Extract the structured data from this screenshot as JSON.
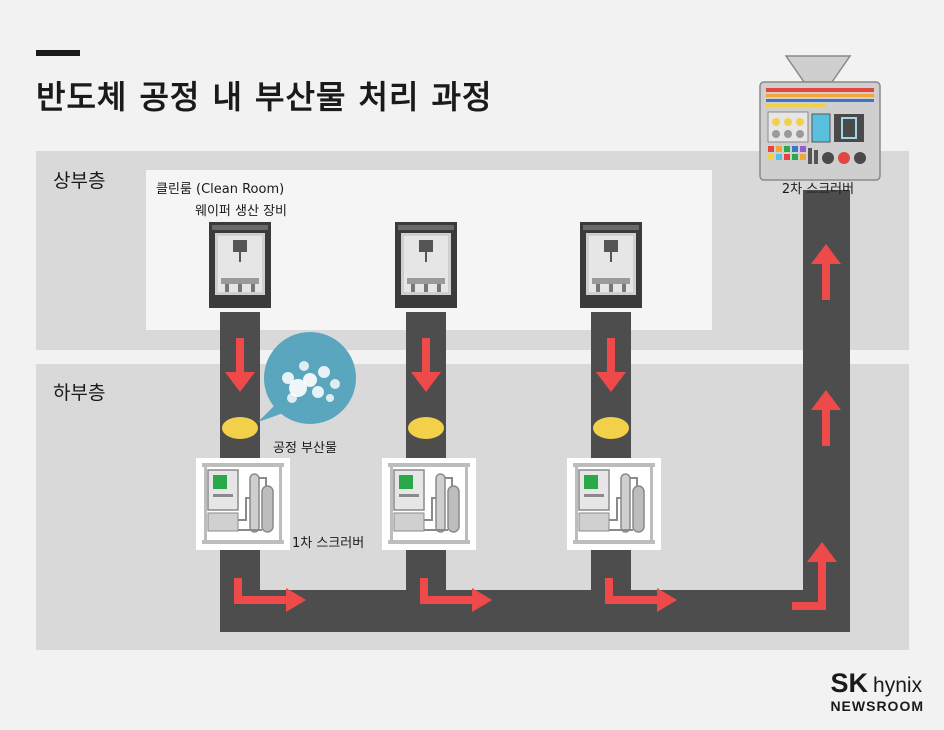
{
  "title": "반도체 공정 내 부산물 처리 과정",
  "floors": {
    "upper": "상부층",
    "lower": "하부층"
  },
  "cleanroom": {
    "label": "클린룸 (Clean Room)",
    "equipment_label": "웨이퍼 생산 장비"
  },
  "byproduct_label": "공정 부산물",
  "scrubber_1": "1차 스크러버",
  "scrubber_2": "2차 스크러버",
  "brand": {
    "sk": "SK",
    "hynix": "hynix",
    "newsroom": "NEWSROOM"
  },
  "colors": {
    "pipe": "#4d4d4d",
    "arrow": "#ef4a4a",
    "byproduct": "#f3d04a",
    "bubble": "#5aa6bf",
    "machine": "#3a3a3a",
    "screen": "#2ba84a"
  }
}
